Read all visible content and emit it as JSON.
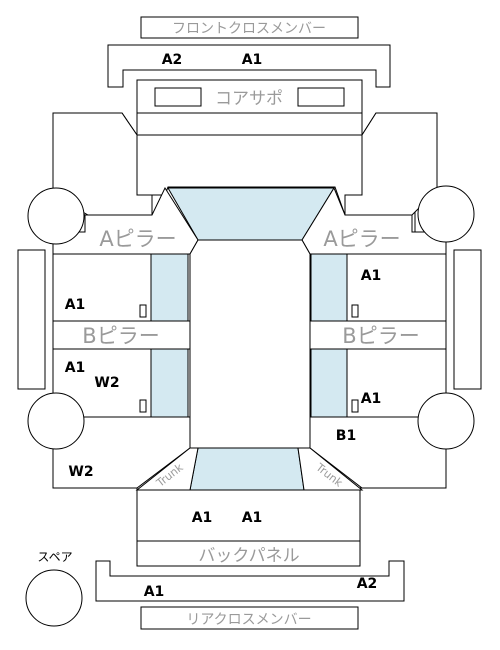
{
  "parts": {
    "front_cross_member": "フロントクロスメンバー",
    "core_support": "コアサポ",
    "a_pillar_left": "Aピラー",
    "a_pillar_right": "Aピラー",
    "b_pillar_left": "Bピラー",
    "b_pillar_right": "Bピラー",
    "back_panel": "バックパネル",
    "rear_cross_member": "リアクロスメンバー",
    "spare": "スペア",
    "trunk_left": "Trunk",
    "trunk_right": "Trunk"
  },
  "grades": {
    "front_cross_1": "A2",
    "front_cross_2": "A1",
    "left_front_door": "A1",
    "left_rear_door": "A1",
    "left_rear_door_2": "W2",
    "left_rear_quarter": "W2",
    "right_front_door": "A1",
    "right_rear_door": "A1",
    "right_rear_quarter": "B1",
    "trunk_1": "A1",
    "trunk_2": "A1",
    "rear_cross_1": "A1",
    "rear_cross_2": "A2"
  },
  "colors": {
    "glass": "#d4e9f1",
    "outline": "#000000",
    "label_gray": "#9a9a9a"
  }
}
